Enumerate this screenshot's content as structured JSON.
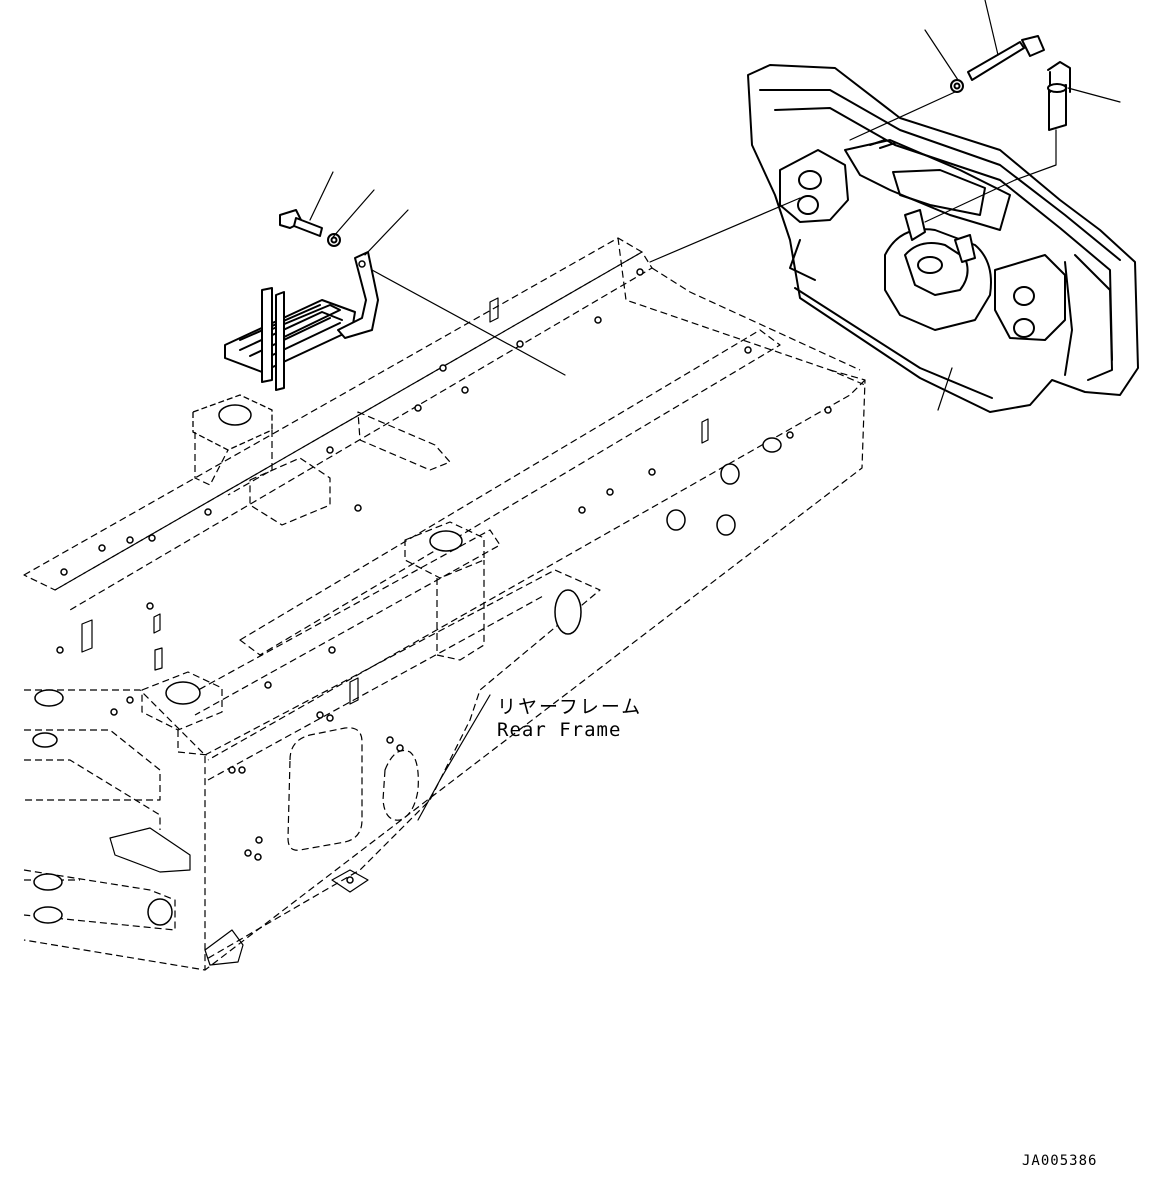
{
  "labels": {
    "part_jp": "リヤーフレーム",
    "part_en": "Rear Frame",
    "drawing_code": "JA005386"
  },
  "parts": [
    "rear-frame",
    "counterweight",
    "step",
    "bolt",
    "washer",
    "pin"
  ]
}
